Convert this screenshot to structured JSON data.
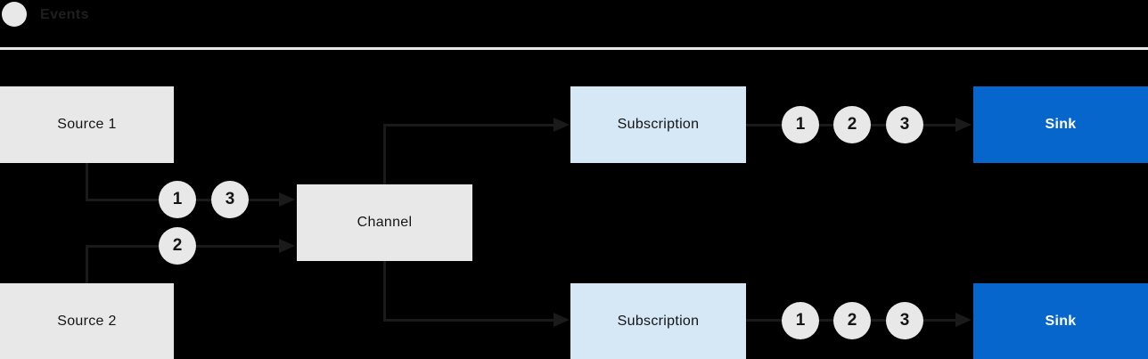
{
  "legend": {
    "label": "Events"
  },
  "nodes": {
    "source1": {
      "label": "Source 1"
    },
    "source2": {
      "label": "Source 2"
    },
    "channel": {
      "label": "Channel"
    },
    "subscription_top": {
      "label": "Subscription"
    },
    "subscription_bottom": {
      "label": "Subscription"
    },
    "sink_top": {
      "label": "Sink"
    },
    "sink_bottom": {
      "label": "Sink"
    }
  },
  "event_markers": {
    "source1_to_channel": [
      "1",
      "3"
    ],
    "source2_to_channel": [
      "2"
    ],
    "subscription_top_to_sink": [
      "1",
      "2",
      "3"
    ],
    "subscription_bottom_to_sink": [
      "1",
      "2",
      "3"
    ]
  },
  "colors": {
    "background": "#000000",
    "node_gray": "#e8e8e8",
    "subscription_blue": "#d6e7f6",
    "sink_blue": "#0666cc",
    "edge_dark": "#1a1a1a",
    "text_dark": "#151515",
    "sink_text": "#ffffff"
  }
}
